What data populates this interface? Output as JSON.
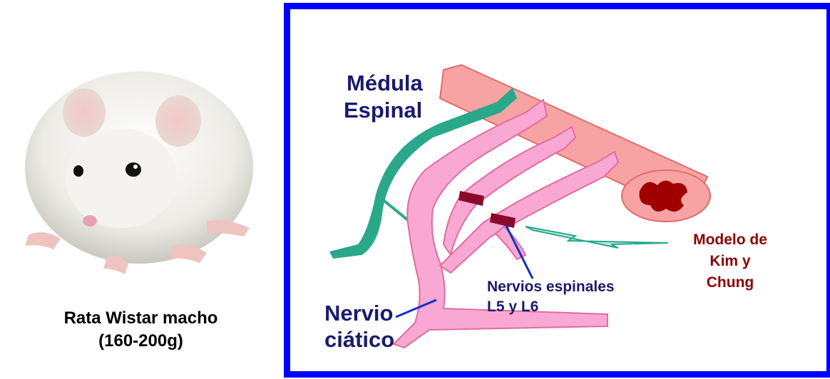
{
  "left_panel": {
    "caption_line1": "Rata Wistar macho",
    "caption_line2": "(160-200g)"
  },
  "diagram": {
    "label_medula_1": "Médula",
    "label_medula_2": "Espinal",
    "label_nervio_1": "Nervio",
    "label_nervio_2": "ciático",
    "label_espinales_1": "Nervios espinales",
    "label_espinales_2": "L5 y L6",
    "label_modelo_1": "Modelo de",
    "label_modelo_2": "Kim y",
    "label_modelo_3": "Chung"
  },
  "colors": {
    "frame": "#0000ff",
    "label_blue": "#1a1a6e",
    "label_red": "#8b0000",
    "spinal_cord": "#f7a3a3",
    "nerves": "#f9a8d4",
    "sciatic_green": "#2aa88a",
    "ligature": "#8b0a2a"
  }
}
